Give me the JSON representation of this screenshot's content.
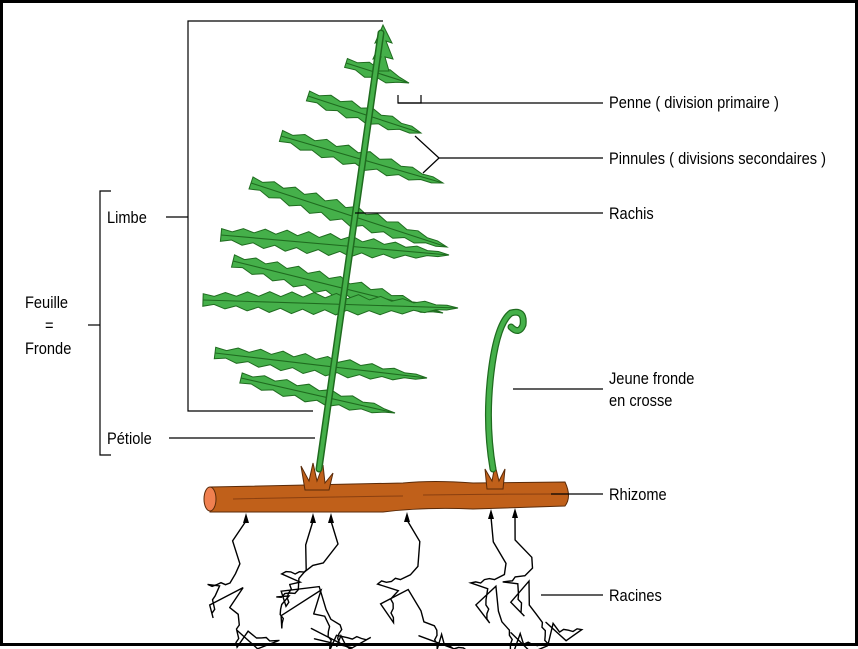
{
  "labels": {
    "penne": "Penne ( division primaire )",
    "pinnules": "Pinnules ( divisions secondaires )",
    "rachis": "Rachis",
    "jeune_fronde_line1": "Jeune fronde",
    "jeune_fronde_line2": "en crosse",
    "rhizome": "Rhizome",
    "racines": "Racines",
    "limbe": "Limbe",
    "petiole": "Pétiole",
    "feuille": "Feuille",
    "equals": "=",
    "fronde": "Fronde"
  },
  "colors": {
    "frond_fill": "#45b04a",
    "frond_stroke": "#1f6b1f",
    "rhizome_fill": "#c0601a",
    "rhizome_tip": "#f08050",
    "roots": "#000000"
  },
  "icons": [
    "fern-frond-icon",
    "fiddlehead-icon",
    "rhizome-icon",
    "roots-icon"
  ]
}
